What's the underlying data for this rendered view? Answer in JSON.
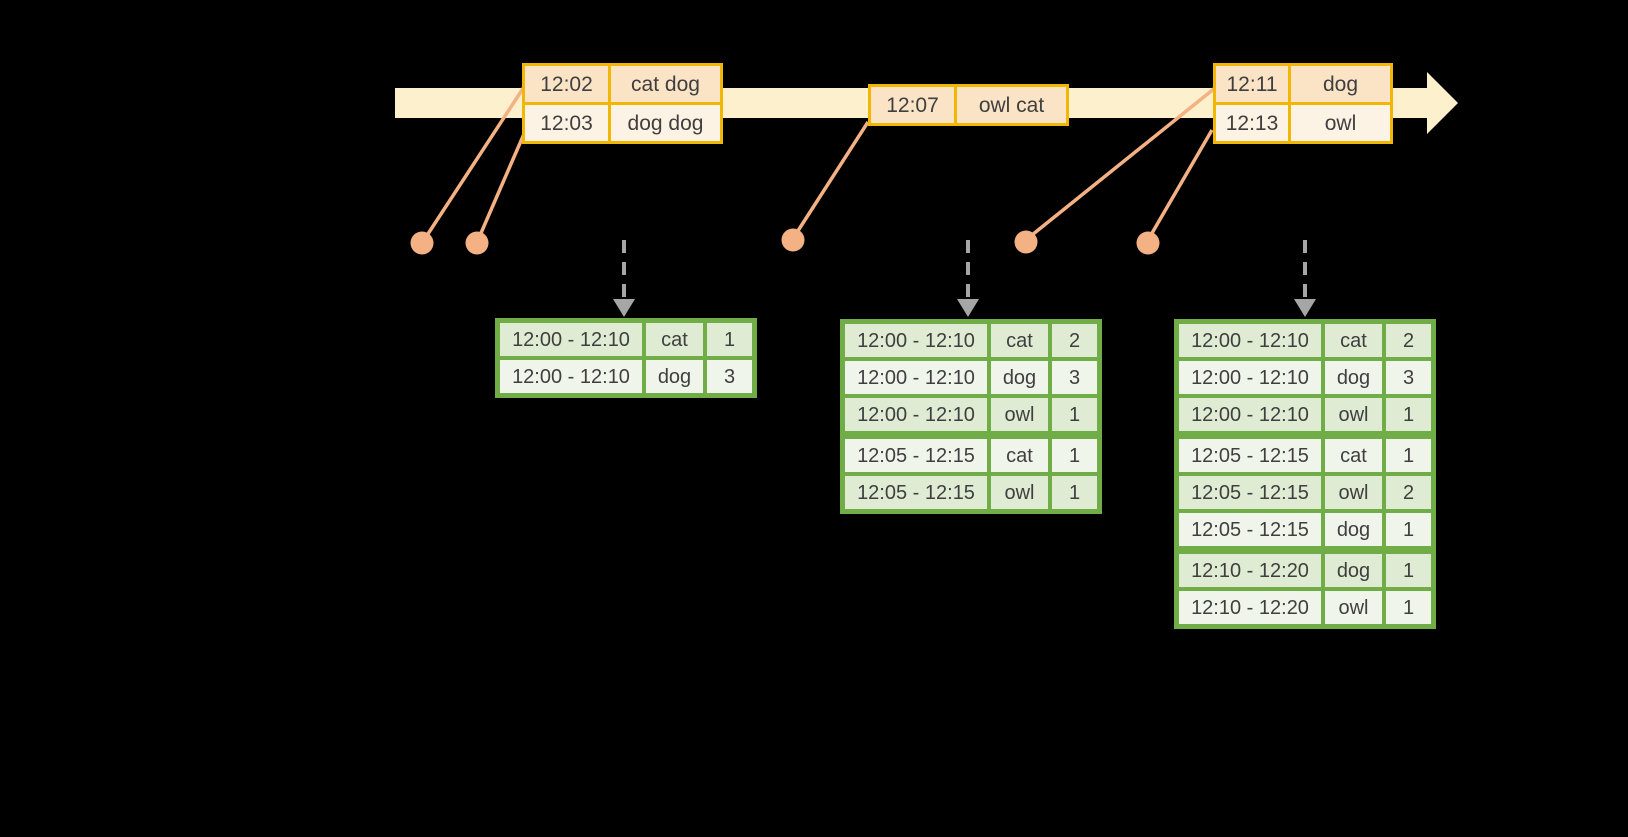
{
  "colors": {
    "background": "#000000",
    "timeline_band": "#FDF0CD",
    "event_border": "#F2B705",
    "event_row_peach": "#FBE3C6",
    "event_row_cream": "#FDF3E4",
    "result_border": "#70AD47",
    "result_row_dark": "#DFEBD3",
    "result_row_light": "#F0F5EC",
    "connector": "#F4B183",
    "arrow": "#A6A6A6",
    "text": "#3F3F3F"
  },
  "timeline": {
    "event_tables": [
      {
        "rows": [
          [
            "12:02",
            "cat dog"
          ],
          [
            "12:03",
            "dog dog"
          ]
        ]
      },
      {
        "rows": [
          [
            "12:07",
            "owl cat"
          ]
        ]
      },
      {
        "rows": [
          [
            "12:11",
            "dog"
          ],
          [
            "12:13",
            "owl"
          ]
        ]
      }
    ]
  },
  "result_tables": [
    {
      "rows": [
        [
          "12:00 - 12:10",
          "cat",
          "1"
        ],
        [
          "12:00 - 12:10",
          "dog",
          "3"
        ]
      ]
    },
    {
      "rows": [
        [
          "12:00 - 12:10",
          "cat",
          "2"
        ],
        [
          "12:00 - 12:10",
          "dog",
          "3"
        ],
        [
          "12:00 - 12:10",
          "owl",
          "1"
        ],
        [
          "12:05 - 12:15",
          "cat",
          "1"
        ],
        [
          "12:05 - 12:15",
          "owl",
          "1"
        ]
      ]
    },
    {
      "rows": [
        [
          "12:00 - 12:10",
          "cat",
          "2"
        ],
        [
          "12:00 - 12:10",
          "dog",
          "3"
        ],
        [
          "12:00 - 12:10",
          "owl",
          "1"
        ],
        [
          "12:05 - 12:15",
          "cat",
          "1"
        ],
        [
          "12:05 - 12:15",
          "owl",
          "2"
        ],
        [
          "12:05 - 12:15",
          "dog",
          "1"
        ],
        [
          "12:10 - 12:20",
          "dog",
          "1"
        ],
        [
          "12:10 - 12:20",
          "owl",
          "1"
        ]
      ]
    }
  ]
}
